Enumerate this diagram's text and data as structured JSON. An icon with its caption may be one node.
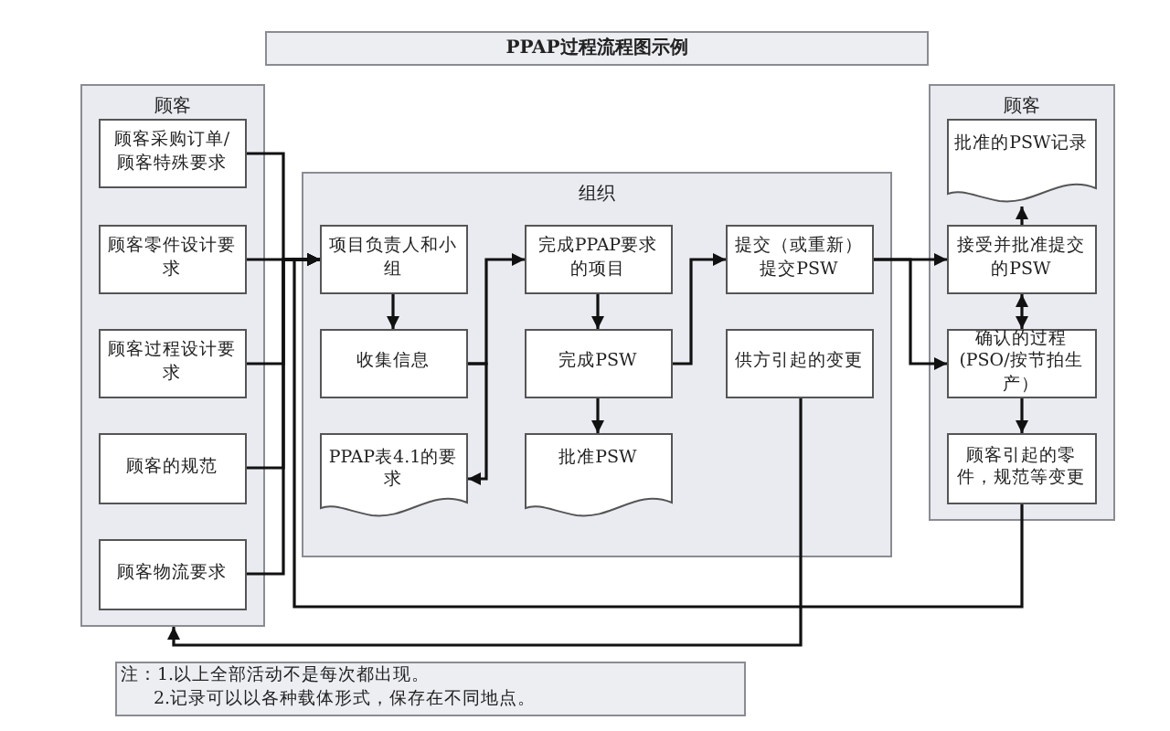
{
  "diagram": {
    "title": "PPAP过程流程图示例",
    "nodes": [
      {
        "text": [
          "顾客"
        ]
      },
      {
        "text": [
          "顾客采购订单/顾客特殊要求"
        ],
        "in": 0
      },
      {
        "text": [
          "顾客零件设计要求"
        ],
        "in": 0
      },
      {
        "text": [
          "顾客过程设计要求"
        ],
        "in": 0
      },
      {
        "text": [
          "顾客的规范"
        ],
        "in": 0
      },
      {
        "text": [
          "顾客物流要求"
        ],
        "in": 0
      },
      {
        "text": [
          "组织"
        ]
      },
      {
        "text": [
          "项目负责人和小组"
        ],
        "in": 6
      },
      {
        "text": [
          "收集信息"
        ],
        "in": 6
      },
      {
        "text": [
          "PPAP表4.1的要求"
        ],
        "in": 6
      },
      {
        "text": [
          "完成PPAP要求的项目"
        ],
        "in": 6
      },
      {
        "text": [
          "完成PSW"
        ],
        "in": 6
      },
      {
        "text": [
          "批准PSW"
        ],
        "in": 6
      },
      {
        "text": [
          "提交（或重新）提交PSW"
        ],
        "in": 6
      },
      {
        "text": [
          "供方引起的变更"
        ],
        "in": 6
      },
      {
        "text": [
          "顾客"
        ]
      },
      {
        "text": [
          "批准的PSW记录"
        ],
        "in": 15
      },
      {
        "text": [
          "接受并批准提交的PSW"
        ],
        "in": 15
      },
      {
        "text": [
          "确认的过程(PSO/按节拍生产）"
        ],
        "in": 15
      },
      {
        "text": [
          "顾客引起的零件，规范等变更"
        ],
        "in": 15
      }
    ],
    "edges": [
      {
        "from": 1,
        "to": 7,
        "arrow": "to"
      },
      {
        "from": 2,
        "to": 7,
        "arrow": "to"
      },
      {
        "from": 3,
        "to": 7,
        "arrow": "to"
      },
      {
        "from": 4,
        "to": 7,
        "arrow": "to"
      },
      {
        "from": 5,
        "to": 7,
        "arrow": "to"
      },
      {
        "from": 7,
        "to": 8,
        "arrow": "to"
      },
      {
        "from": 8,
        "to": 9,
        "arrow": "to"
      },
      {
        "from": 8,
        "to": 10,
        "arrow": "to"
      },
      {
        "from": 10,
        "to": 11,
        "arrow": "to"
      },
      {
        "from": 11,
        "to": 12,
        "arrow": "to"
      },
      {
        "from": 11,
        "to": 13,
        "arrow": "to"
      },
      {
        "from": 13,
        "to": 17,
        "arrow": "to"
      },
      {
        "from": 13,
        "to": 18,
        "arrow": "to"
      },
      {
        "from": 17,
        "to": 16,
        "arrow": "to"
      },
      {
        "from": 17,
        "to": 18,
        "arrow": "both"
      },
      {
        "from": 18,
        "to": 19,
        "arrow": "to"
      },
      {
        "from": 19,
        "to": 7,
        "arrow": "to"
      },
      {
        "from": 14,
        "to": 0,
        "arrow": "to"
      }
    ],
    "labels": [
      "注：1.以上全部活动不是每次都出现。",
      "2.记录可以以各种载体形式，保存在不同地点。"
    ]
  }
}
